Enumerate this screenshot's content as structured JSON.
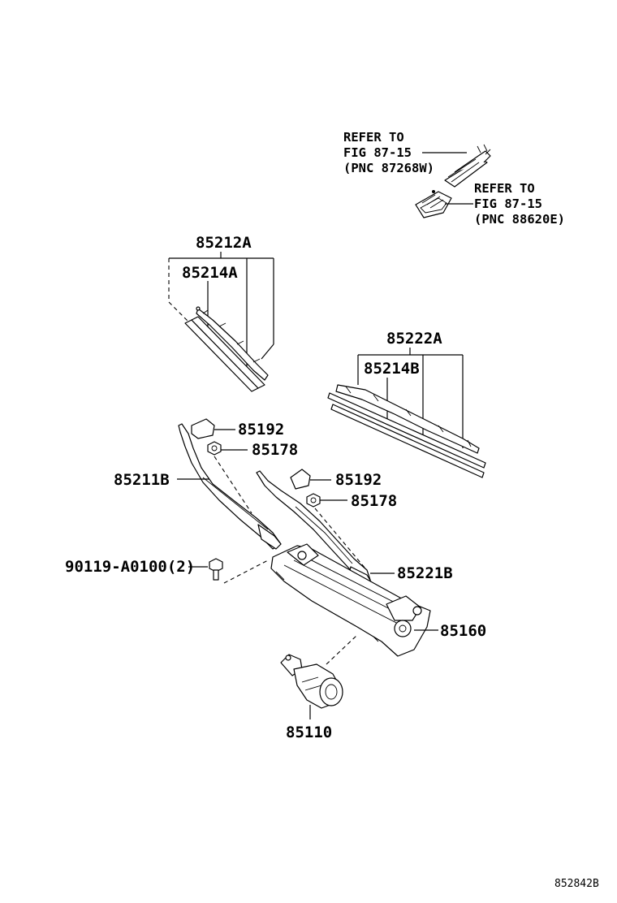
{
  "refs": {
    "washer_nozzle": [
      "REFER TO",
      "FIG 87-15",
      "(PNC 87268W)"
    ],
    "cowl_part": [
      "REFER TO",
      "FIG 87-15",
      "(PNC 88620E)"
    ]
  },
  "parts": {
    "blade_left_assy": "85212A",
    "blade_left_rubber": "85214A",
    "blade_right_assy": "85222A",
    "blade_right_rubber": "85214B",
    "cap_left": "85192",
    "nut_left": "85178",
    "arm_left": "85211B",
    "cap_right": "85192",
    "nut_right": "85178",
    "bolt": "90119-A0100(2)",
    "arm_right": "85221B",
    "link_assy": "85160",
    "motor": "85110"
  },
  "footer": {
    "figure_code": "852842B"
  }
}
